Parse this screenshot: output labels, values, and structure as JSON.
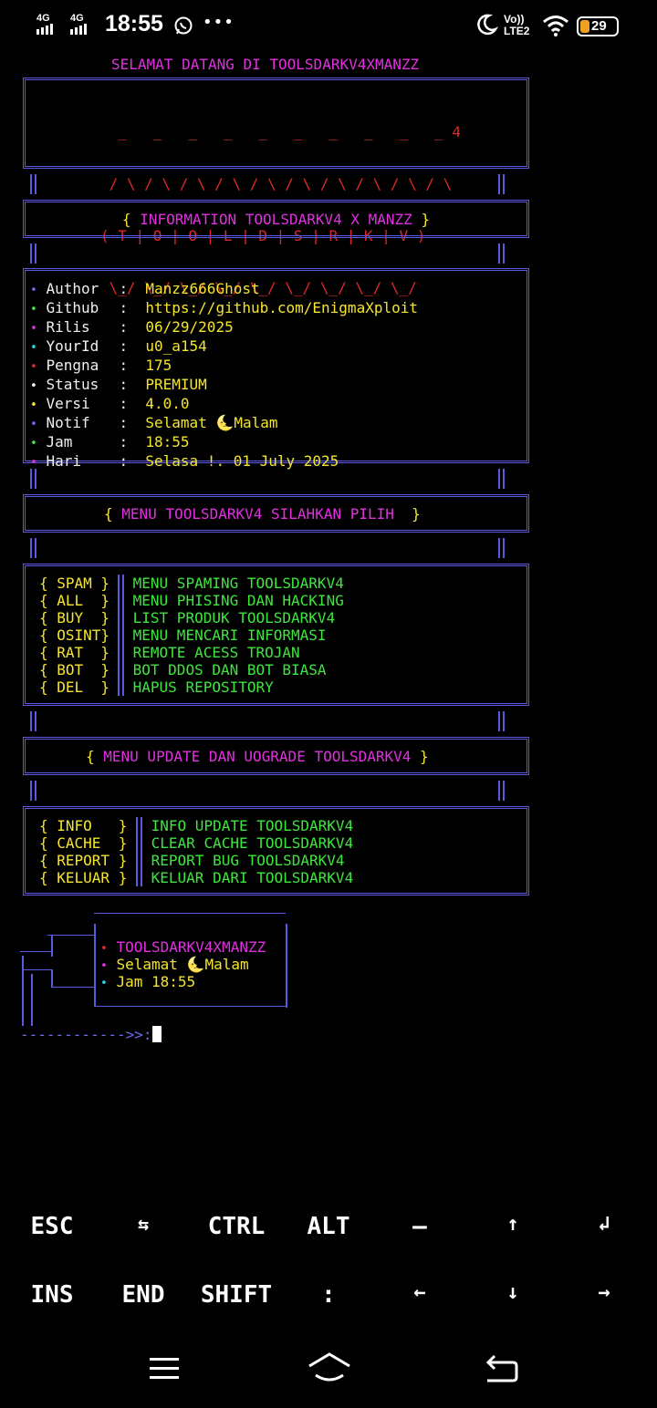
{
  "status_bar": {
    "net1": "4G",
    "net2": "4G",
    "time": "18:55",
    "more": "•••",
    "volte": "Vo)) LTE2",
    "battery": "29"
  },
  "terminal": {
    "welcome": "SELAMAT DATANG DI TOOLSDARKV4XMANZZ",
    "banner": [
      "  _   _   _   _   _   _   _   _   _   _ 4",
      " / \\ / \\ / \\ / \\ / \\ / \\ / \\ / \\ / \\ / \\",
      "( T | O | O | L | D | S | R | K | V )",
      " \\_/ \\_/ \\_/ \\_/ \\_/ \\_/ \\_/ \\_/ \\_/"
    ],
    "info_header": "{ INFORMATION TOOLSDARKV4 X MANZZ }",
    "info_rows": [
      {
        "bullet_color": "#6a6af0",
        "label": "Author",
        "value": "Manzz666Ghost"
      },
      {
        "bullet_color": "#3ee63e",
        "label": "Github",
        "value": "https://github.com/EnigmaXploit"
      },
      {
        "bullet_color": "#e030e0",
        "label": "Rilis",
        "value": "06/29/2025"
      },
      {
        "bullet_color": "#26d6e0",
        "label": "YourId",
        "value": "u0_a154"
      },
      {
        "bullet_color": "#e02828",
        "label": "Pengna",
        "value": "175"
      },
      {
        "bullet_color": "#f0f0f0",
        "label": "Status",
        "value": "PREMIUM"
      },
      {
        "bullet_color": "#f5e52e",
        "label": "Versi",
        "value": "4.0.0"
      },
      {
        "bullet_color": "#6a6af0",
        "label": "Notif",
        "value": "Selamat 🌜Malam"
      },
      {
        "bullet_color": "#3ee63e",
        "label": "Jam",
        "value": "18:55"
      },
      {
        "bullet_color": "#e030e0",
        "label": "Hari",
        "value": "Selasa !. 01 July 2025"
      }
    ],
    "menu_header": "{ MENU TOOLSDARKV4 SILAHKAN PILIH  }",
    "menu_items": [
      {
        "key": "{ SPAM }",
        "desc": "MENU SPAMING TOOLSDARKV4"
      },
      {
        "key": "{ ALL  }",
        "desc": "MENU PHISING DAN HACKING"
      },
      {
        "key": "{ BUY  }",
        "desc": "LIST PRODUK TOOLSDARKV4"
      },
      {
        "key": "{ OSINT}",
        "desc": "MENU MENCARI INFORMASI"
      },
      {
        "key": "{ RAT  }",
        "desc": "REMOTE ACESS TROJAN"
      },
      {
        "key": "{ BOT  }",
        "desc": "BOT DDOS DAN BOT BIASA"
      },
      {
        "key": "{ DEL  }",
        "desc": "HAPUS REPOSITORY"
      }
    ],
    "update_header": "{ MENU UPDATE DAN UOGRADE TOOLSDARKV4 }",
    "update_items": [
      {
        "key": "{ INFO   }",
        "desc": "INFO UPDATE TOOLSDARKV4"
      },
      {
        "key": "{ CACHE  }",
        "desc": "CLEAR CACHE TOOLSDARKV4"
      },
      {
        "key": "{ REPORT }",
        "desc": "REPORT BUG TOOLSDARKV4"
      },
      {
        "key": "{ KELUAR }",
        "desc": "KELUAR DARI TOOLSDARKV4"
      }
    ],
    "prompt_box": {
      "name": "TOOLSDARKV4XMANZZ",
      "greeting": "Selamat 🌜Malam",
      "clock": "Jam 18:55"
    },
    "prompt": "------------>>:"
  },
  "extra_keys": {
    "row1": [
      "ESC",
      "⇆",
      "CTRL",
      "ALT",
      "—",
      "↑",
      "↲"
    ],
    "row2": [
      "INS",
      "END",
      "SHIFT",
      ":",
      "←",
      "↓",
      "→"
    ]
  }
}
